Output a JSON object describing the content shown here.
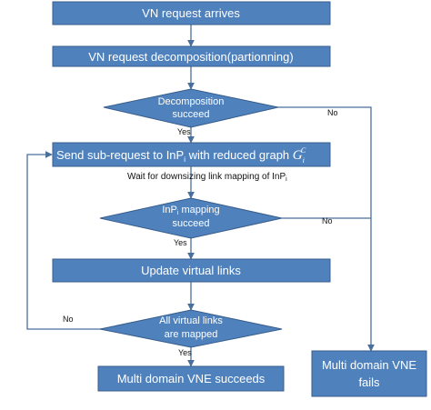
{
  "boxes": {
    "vn_request_arrives": "VN request arrives",
    "decomposition": "VN request decomposition(partionning)",
    "send_subrequest": "Send sub-request to InP",
    "send_subrequest_sub": "i",
    "send_subrequest_tail": " with reduced graph ",
    "graph_symbol": "G",
    "graph_sub": "i",
    "graph_sup": "C",
    "update_links": "Update virtual links",
    "vne_succeeds": "Multi domain VNE succeeds",
    "vne_fails_line1": "Multi domain VNE",
    "vne_fails_line2": "fails"
  },
  "decisions": {
    "decomposition_line1": "Decomposition",
    "decomposition_line2": "succeed",
    "inp_line1a": "InP",
    "inp_line1_sub": "i",
    "inp_line1b": " mapping",
    "inp_line2": "succeed",
    "all_links_line1": "All virtual links",
    "all_links_line2": "are mapped"
  },
  "labels": {
    "yes": "Yes",
    "no": "No",
    "wait_main": "Wait for downsizing link mapping of InP",
    "wait_sub": "i"
  },
  "colors": {
    "fill": "#4f81bd",
    "stroke": "#385d8a",
    "line": "#4a6f9c",
    "text": "#ffffff"
  }
}
